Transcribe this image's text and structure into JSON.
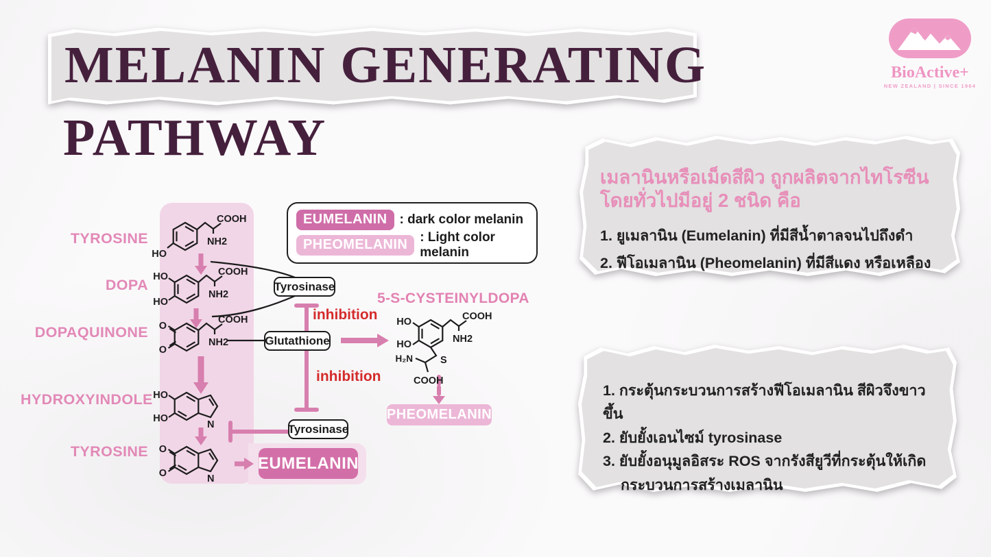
{
  "title": {
    "line1": "MELANIN GENERATING",
    "line2": "PATHWAY"
  },
  "logo": {
    "brand": "BioActive+",
    "tagline": "NEW ZEALAND | SINCE 1964"
  },
  "legend": {
    "items": [
      {
        "badge": "EUMELANIN",
        "desc": ": dark color melanin"
      },
      {
        "badge": "PHEOMELANIN",
        "desc": ": Light color melanin"
      }
    ]
  },
  "pathway": {
    "stages": [
      {
        "label": "TYROSINE"
      },
      {
        "label": "DOPA"
      },
      {
        "label": "DOPAQUINONE"
      },
      {
        "label": "HYDROXYINDOLE"
      },
      {
        "label": "TYROSINE"
      }
    ],
    "enzyme_top": "Tyrosinase",
    "enzyme_bottom": "Tyrosinase",
    "inhibitor": "Glutathione",
    "inhibition_top": "inhibition",
    "inhibition_bottom": "inhibition",
    "branch_title": "5-S-CYSTEINYLDOPA",
    "pheomelanin_label": "PHEOMELANIN",
    "eumelanin_label": "EUMELANIN"
  },
  "chem": {
    "cooh": "COOH",
    "nh2": "NH2",
    "ho": "HO",
    "o": "O",
    "n": "N",
    "s": "S",
    "h2n": "H₂N"
  },
  "info_box1": {
    "heading_line1": "เมลานินหรือเม็ดสีผิว ถูกผลิตจากไทโรซีน",
    "heading_line2": "โดยทั่วไปมีอยู่ 2 ชนิด คือ",
    "items": [
      "1. ยูเมลานิน (Eumelanin) ที่มีสีน้ำตาลจนไปถึงดำ",
      "2. ฟีโอเมลานิน (Pheomelanin) ที่มีสีแดง หรือเหลือง"
    ]
  },
  "info_box2": {
    "items": [
      "1.  กระตุ้นกระบวนการสร้างฟีโอเมลานิน สีผิวจึงขาวขึ้น",
      "2. ยับยั้งเอนไซม์ tyrosinase",
      "3. ยับยั้งอนุมูลอิสระ ROS จากรังสียูวีที่กระตุ้นให้เกิด",
      "กระบวนการสร้างเมลานิน"
    ]
  },
  "colors": {
    "title": "#45203c",
    "accent_pink": "#d77fae",
    "dark_pink": "#d36fa8",
    "light_pink": "#ecb7d7",
    "panel_pink": "#f1d6e7",
    "label_pink": "#e289b7",
    "inhibition_red": "#d42b2b",
    "paper_gray": "#e3e1e2",
    "logo_pink": "#ef9dc7"
  }
}
